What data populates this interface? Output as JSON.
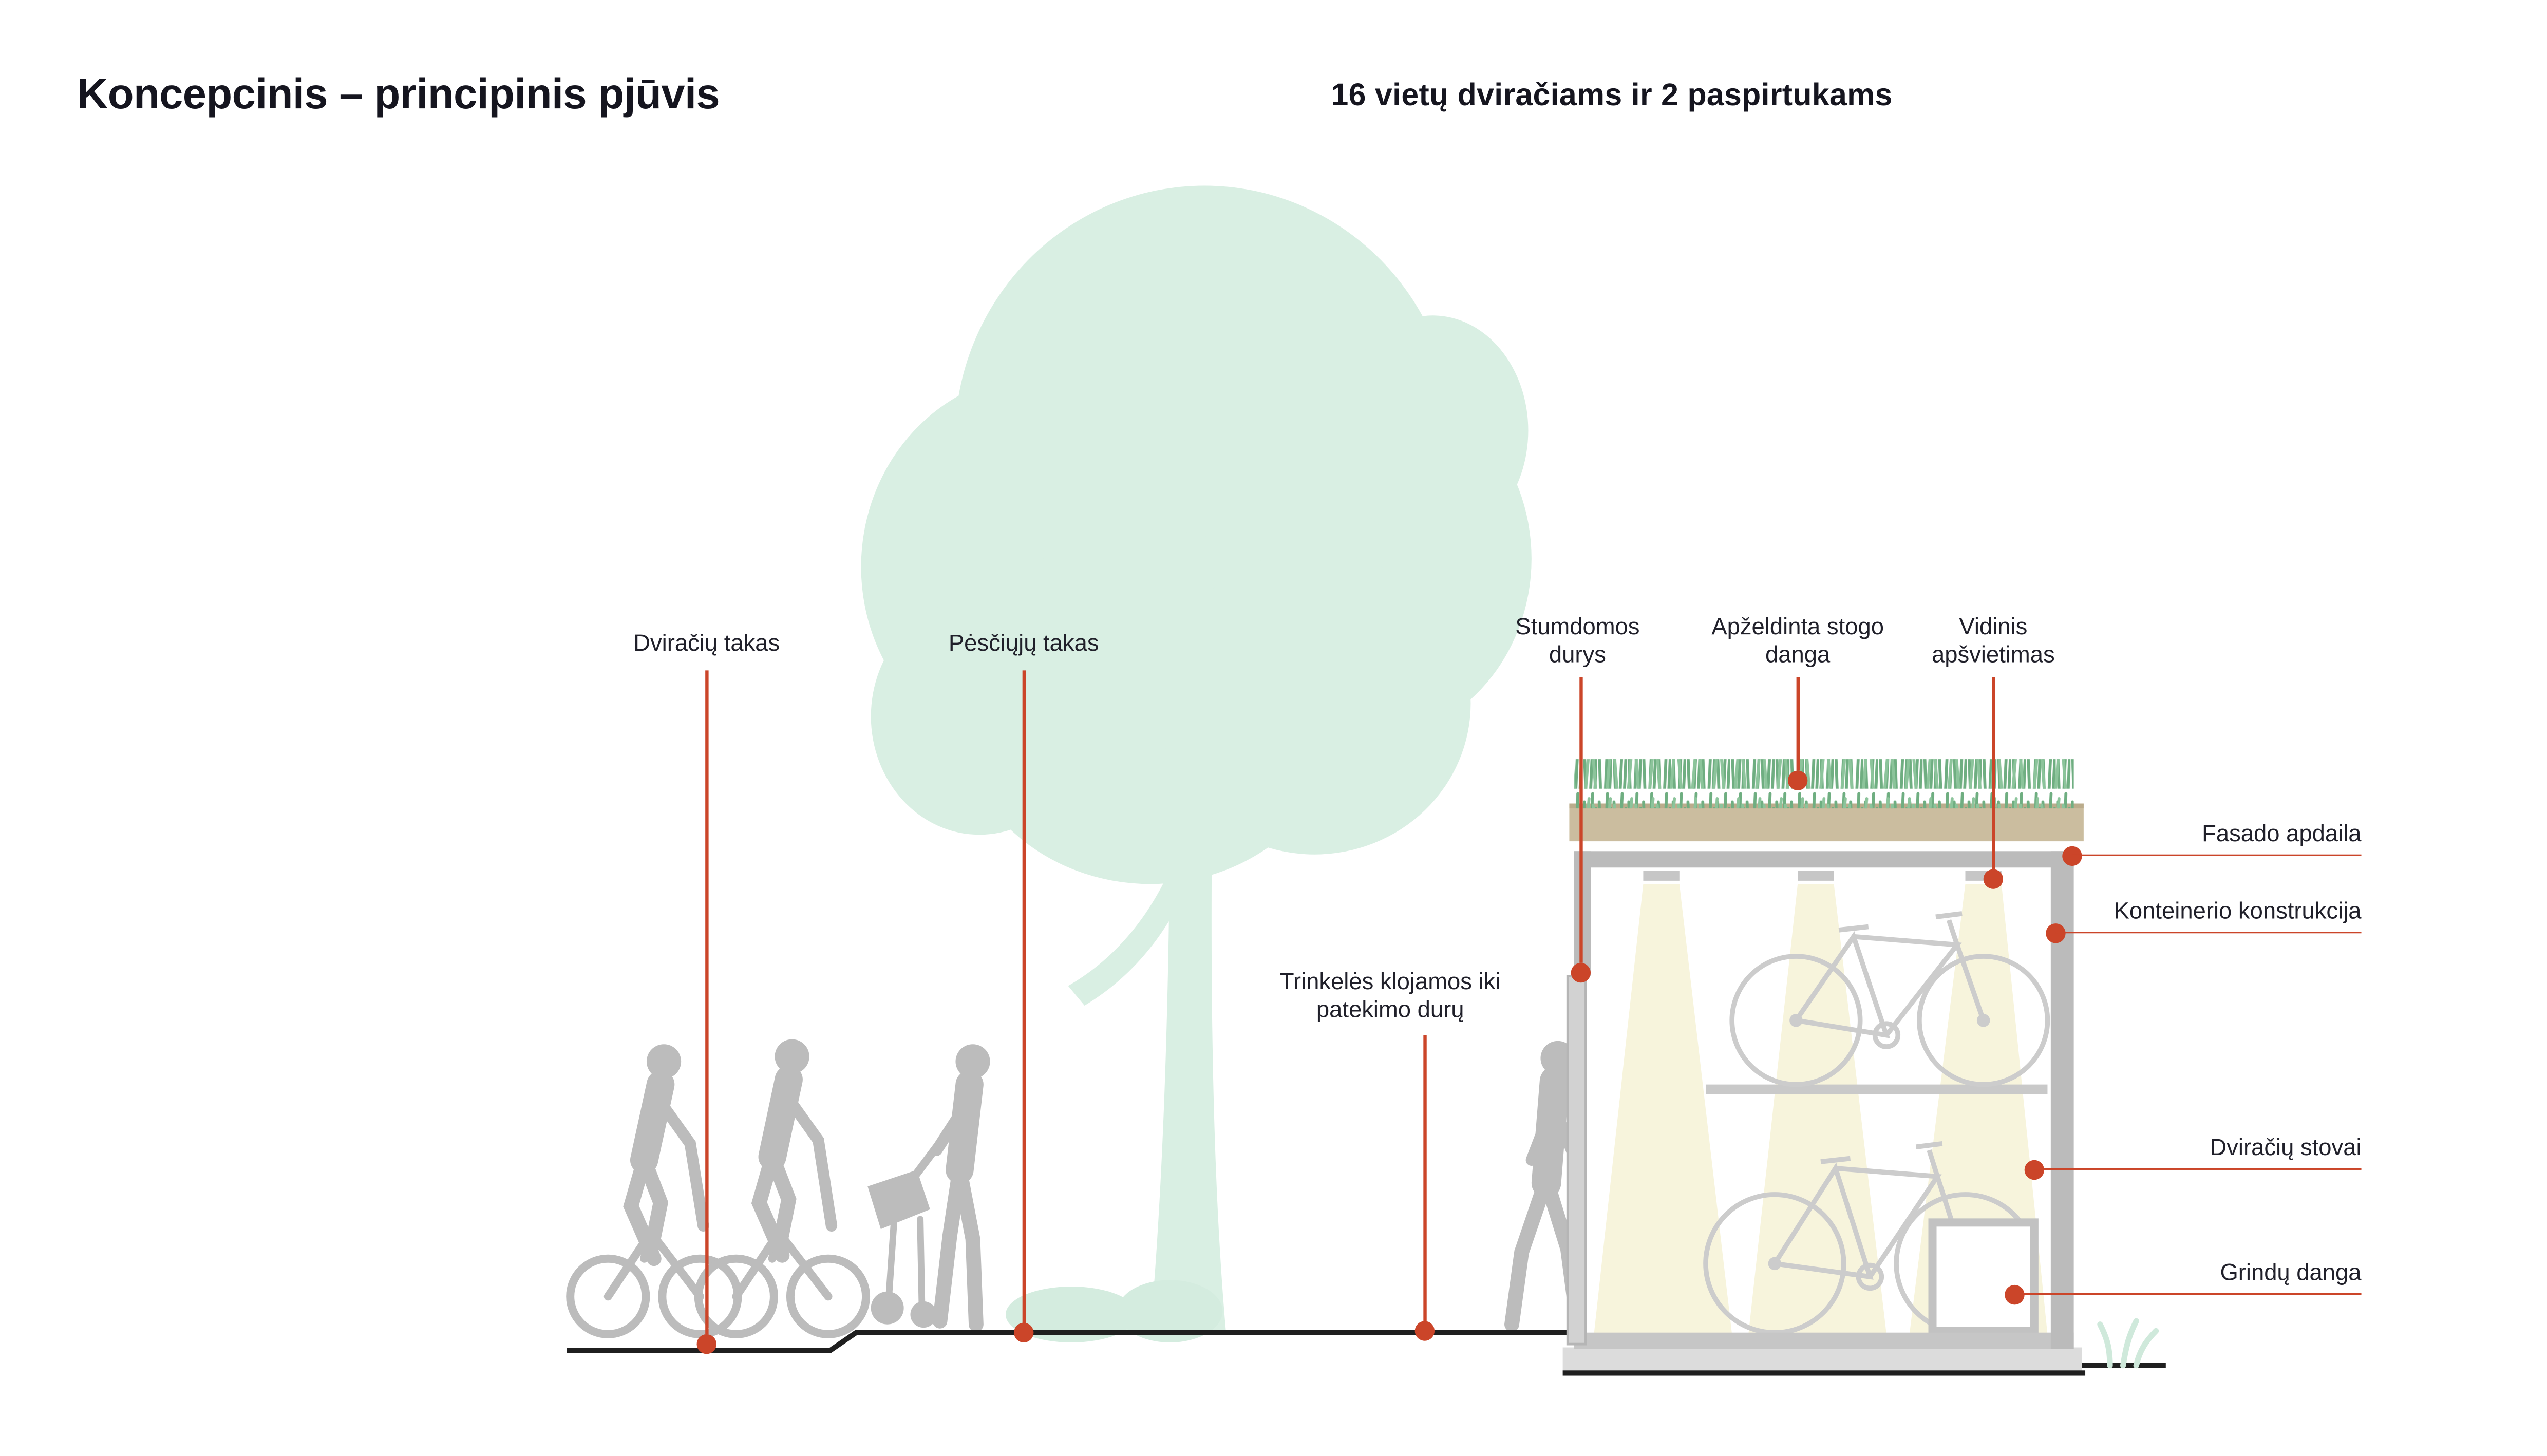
{
  "header": {
    "title": "Koncepcinis – principinis pjūvis",
    "subtitle": "16 vietų dviračiams ir 2 paspirtukams"
  },
  "annotations": {
    "dviraciu_takas": "Dviračių takas",
    "pesciuju_takas": "Pėsčiųjų takas",
    "stumdomos_durys": "Stumdomos durys",
    "apzeldinta_stogo_danga": "Apželdinta stogo danga",
    "vidinis_apsvietimas": "Vidinis apšvietimas",
    "trinkeles_klojamos": "Trinkelės klojamos iki patekimo durų",
    "fasado_apdaila": "Fasado apdaila",
    "konteinerio_konstrukcija": "Konteinerio konstrukcija",
    "dviraciu_stovai": "Dviračių stovai",
    "grindu_danga": "Grindų danga"
  },
  "colors": {
    "accent_red": "#cb4529",
    "tree_green": "#d9efe3",
    "silhouette_gray": "#bcbcbc",
    "roof_soil": "#cbbd9f",
    "roof_grass": "#6fae81",
    "ink": "#1d1d27"
  }
}
